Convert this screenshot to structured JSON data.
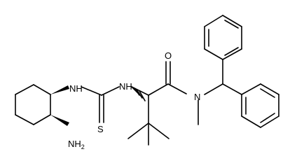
{
  "molecule": {
    "atom_labels": {
      "nh_cyclohexyl": "NH",
      "nh_thiourea": "NH",
      "thione_s": "S",
      "amine_n": "NH",
      "amine_sub": "2",
      "carbonyl_o": "O",
      "amide_n": "N"
    }
  }
}
